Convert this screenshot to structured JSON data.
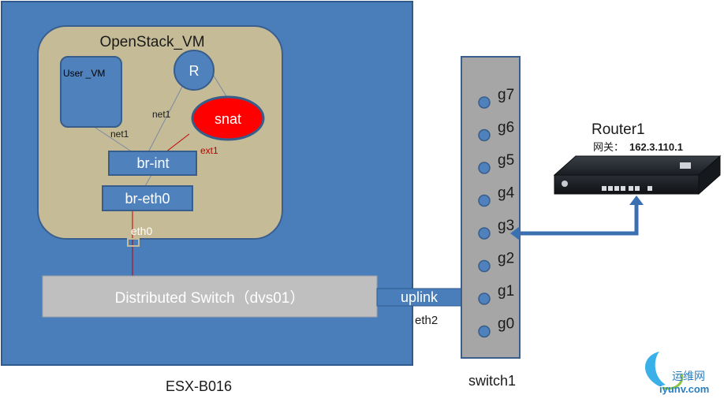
{
  "esx": {
    "label": "ESX-B016",
    "vm_title": "OpenStack_VM",
    "user_vm": "User _VM",
    "router_node": "R",
    "snat": "snat",
    "br_int": "br-int",
    "br_eth0": "br-eth0",
    "net1_user": "net1",
    "net1_router": "net1",
    "ext1": "ext1",
    "eth0": "eth0",
    "dvs": "Distributed Switch（dvs01）",
    "uplink": "uplink",
    "eth2": "eth2"
  },
  "switch": {
    "label": "switch1",
    "ports": [
      "g7",
      "g6",
      "g5",
      "g4",
      "g3",
      "g2",
      "g1",
      "g0"
    ]
  },
  "router": {
    "title": "Router1",
    "gateway_label": "网关：",
    "gateway_ip": "162.3.110.1"
  },
  "watermark": {
    "cn": "运维网",
    "url": "iyunv.com"
  },
  "colors": {
    "esx_bg": "#4a7ebb",
    "vm_bg": "#c5bc97",
    "node_fill": "#4f81bd",
    "node_stroke": "#385d8a",
    "snat_fill": "#ff0000",
    "switch_bg": "#a6a6a6",
    "dvs_bg": "#bfbfbf",
    "link_red": "#c00000"
  }
}
